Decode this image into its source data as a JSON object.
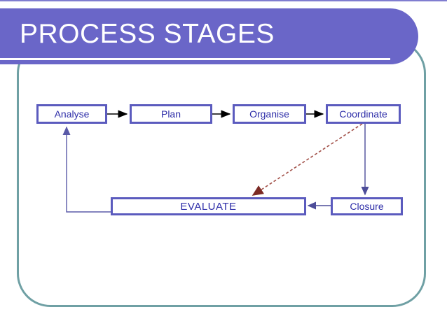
{
  "slide": {
    "title": "PROCESS STAGES"
  },
  "diagram": {
    "stages": [
      {
        "id": "analyse",
        "label": "Analyse"
      },
      {
        "id": "plan",
        "label": "Plan"
      },
      {
        "id": "organise",
        "label": "Organise"
      },
      {
        "id": "coordinate",
        "label": "Coordinate"
      },
      {
        "id": "evaluate",
        "label": "EVALUATE"
      },
      {
        "id": "closure",
        "label": "Closure"
      }
    ],
    "connections": [
      {
        "from": "Analyse",
        "to": "Plan",
        "style": "solid-black-arrow"
      },
      {
        "from": "Plan",
        "to": "Organise",
        "style": "solid-black-arrow"
      },
      {
        "from": "Organise",
        "to": "Coordinate",
        "style": "solid-black-arrow"
      },
      {
        "from": "Coordinate",
        "to": "Closure",
        "style": "solid-slate-arrow-down"
      },
      {
        "from": "Closure",
        "to": "EVALUATE",
        "style": "solid-slate-arrow-left"
      },
      {
        "from": "EVALUATE",
        "to": "Analyse",
        "style": "solid-purple-feedback-loop"
      },
      {
        "from": "Coordinate",
        "to": "EVALUATE",
        "style": "dashed-red-diagonal-arrow"
      }
    ]
  },
  "colors": {
    "title_band": "#6a66c8",
    "title_text": "#ffffff",
    "frame_teal": "#6fa0a4",
    "box_border": "#5b5bbe",
    "box_text": "#2d2da8",
    "arrow_black": "#000000",
    "arrow_slate": "#4d4d99",
    "feedback_purple": "#5a5aa8",
    "dashed_red": "#a25048",
    "dashed_red_head": "#7c2b25"
  }
}
